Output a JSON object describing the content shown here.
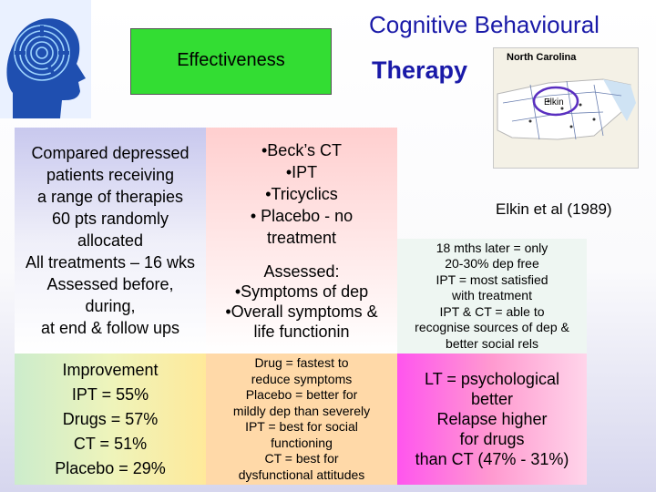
{
  "title": {
    "line1": "Cognitive Behavioural",
    "line2": "Therapy"
  },
  "effectiveness_label": "Effectiveness",
  "study": {
    "description": [
      "Compared depressed",
      "patients receiving",
      "a range of therapies",
      "60 pts randomly",
      "allocated",
      "All treatments – 16 wks",
      "Assessed before,",
      "during,",
      "at end & follow ups"
    ],
    "therapies": [
      "•Beck’s CT",
      "•IPT",
      "•Tricyclics",
      "• Placebo - no",
      "treatment"
    ],
    "assessed": [
      "Assessed:",
      "•Symptoms of dep",
      "•Overall symptoms &",
      "life functionin"
    ],
    "citation": "Elkin et al (1989)",
    "follow_up": [
      "18 mths later = only",
      "20-30% dep free",
      "IPT = most satisfied",
      "with treatment",
      "IPT & CT = able to",
      "recognise sources of dep &",
      "better social rels"
    ],
    "improvement": [
      "Improvement",
      "IPT = 55%",
      "Drugs = 57%",
      "CT = 51%",
      "Placebo = 29%"
    ],
    "drug_findings": [
      "Drug = fastest to",
      "reduce symptoms",
      "Placebo = better for",
      "mildly dep than severely",
      "IPT = best for social",
      "functioning",
      "CT = best for",
      "dysfunctional attitudes"
    ],
    "long_term": [
      "LT = psychological",
      "better",
      "Relapse higher",
      "for drugs",
      "than CT (47% - 31%)"
    ]
  },
  "map": {
    "state_label": "North Carolina",
    "city_label": "Elkin"
  }
}
